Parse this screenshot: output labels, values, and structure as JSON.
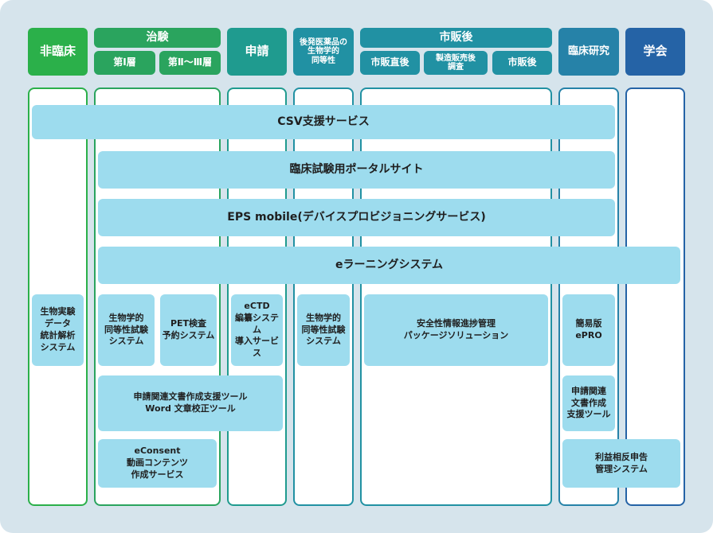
{
  "headers": {
    "non_clinical": "非臨床",
    "clinical_trial": "治験",
    "phase1": "第Ⅰ層",
    "phase23": "第Ⅱ〜Ⅲ層",
    "application": "申請",
    "generic": "後発医薬品の\n生物学的\n同等性",
    "post_marketing": "市販後",
    "right_after": "市販直後",
    "manufacturing_survey": "製造販売後\n調査",
    "post_market": "市販後",
    "clinical_research": "臨床研究",
    "academic": "学会"
  },
  "services": {
    "csv": "CSV支援サービス",
    "portal": "臨床試験用ポータルサイト",
    "eps_mobile": "EPS mobile(デバイスプロビジョニングサービス)",
    "elearning": "eラーニングシステム",
    "biodata": "生物実験\nデータ\n統計解析\nシステム",
    "bioequiv1": "生物学的\n同等性試験\nシステム",
    "pet": "PET検査\n予約システム",
    "ectd": "eCTD\n編纂システム\n導入サービス",
    "bioequiv2": "生物学的\n同等性試験\nシステム",
    "safety": "安全性情報進捗管理\nパッケージソリューション",
    "epro": "簡易版\nePRO",
    "app_docs": "申請関連文書作成支援ツール\nWord 文章校正ツール",
    "app_docs_small": "申請関連\n文書作成\n支援ツール",
    "econsent": "eConsent\n動画コンテンツ\n作成サービス",
    "coi": "利益相反申告\n管理システム"
  },
  "colors": {
    "green": "#2bb04a",
    "green_mid": "#2aa45e",
    "teal": "#1f9b8f",
    "teal2": "#2191a3",
    "blue_teal": "#2682a8",
    "blue": "#2563a6",
    "box": "#9ddcee",
    "background": "#d6e4ec"
  }
}
